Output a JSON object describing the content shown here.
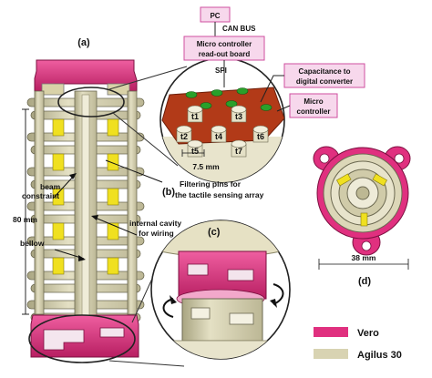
{
  "panels": {
    "a": "(a)",
    "b": "(b)",
    "c": "(c)",
    "d": "(d)"
  },
  "electronics": {
    "pc": "PC",
    "can_bus": "CAN BUS",
    "board_line1": "Micro controller",
    "board_line2": "read-out board",
    "spi": "SPI",
    "cdc_line1": "Capacitance to",
    "cdc_line2": "digital converter",
    "mc_line1": "Micro",
    "mc_line2": "controller"
  },
  "taxels": [
    "t1",
    "t2",
    "t3",
    "t4",
    "t5",
    "t6",
    "t7"
  ],
  "labels": {
    "taxel_pitch": "7.5 mm",
    "filter_line1": "Filtering pins for",
    "filter_line2": "the tactile sensing array",
    "beam_line1": "beam",
    "beam_line2": "constraint",
    "length": "80 mm",
    "bellow": "bellow",
    "cavity_line1": "internal cavity",
    "cavity_line2": "for wiring",
    "diameter": "38 mm"
  },
  "legend": [
    {
      "name": "Vero",
      "color": "#e0307f"
    },
    {
      "name": "Agilus 30",
      "color": "#d8d3b2"
    }
  ],
  "colors": {
    "vero": "#e0307f",
    "agilus": "#d8d3b2",
    "sensor_yellow": "#f0e020",
    "pcb": "#b23a18",
    "pad": "#2aa02a",
    "box_fill": "#f7d8ec",
    "box_stroke": "#cf4f9f"
  }
}
